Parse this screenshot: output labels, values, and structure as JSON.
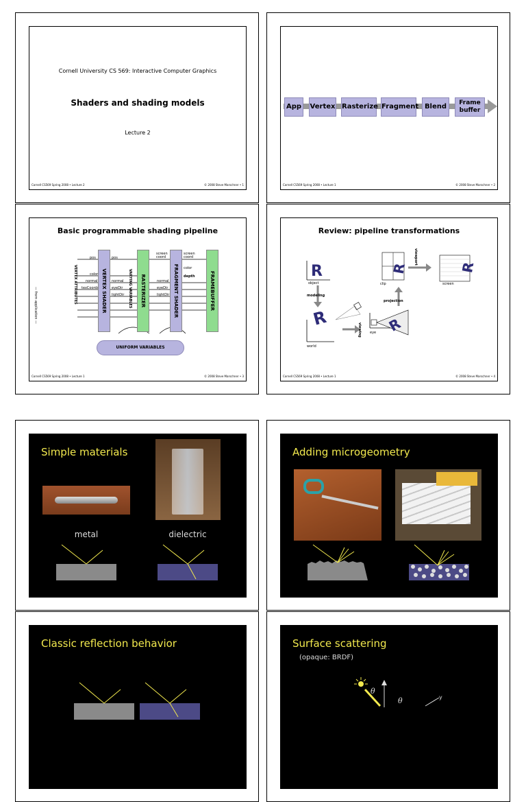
{
  "slides": {
    "s1": {
      "course": "Cornell University CS 569: Interactive Computer Graphics",
      "title": "Shaders and shading models",
      "lecture": "Lecture 2",
      "footer_left": "Cornell CS569 Spring 2008 • Lecture 2",
      "footer_right": "© 2008 Steve Marschner • 1"
    },
    "s2": {
      "stages": [
        "App",
        "Vertex",
        "Rasterize",
        "Fragment",
        "Blend",
        "Frame buffer"
      ],
      "footer_left": "Cornell CS569 Spring 2008 • Lecture 1",
      "footer_right": "© 2008 Steve Marschner • 2"
    },
    "s3": {
      "title": "Basic programmable shading pipeline",
      "from_app": "— from application —",
      "vertex_attributes": "VERTEX ATTRIBUTES",
      "vertex_shader": "VERTEX SHADER",
      "varying_variables": "VARYING VARIABLES",
      "rasterizer": "RASTERIZER",
      "fragment_shader": "FRAGMENT SHADER",
      "framebuffer": "FRAMEBUFFER",
      "uniform": "UNIFORM VARIABLES",
      "labels": {
        "pos": "pos",
        "color": "color",
        "normal": "normal",
        "texcoords": "texCoords",
        "eyedir": "eyeDir",
        "lightdir": "lightDir",
        "screen_coord": "screen coord",
        "depth": "depth"
      },
      "footer_left": "Cornell CS569 Spring 2008 • Lecture 1",
      "footer_right": "© 2008 Steve Marschner • 3"
    },
    "s4": {
      "title": "Review: pipeline transformations",
      "labels": {
        "object": "object",
        "modeling": "modeling",
        "world": "world",
        "viewing": "viewing",
        "eye": "eye",
        "projection": "projection",
        "clip": "clip",
        "viewport": "viewport",
        "screen": "screen"
      },
      "footer_left": "Cornell CS569 Spring 2008 • Lecture 1",
      "footer_right": "© 2008 Steve Marschner • 4"
    },
    "s5": {
      "title": "Simple materials",
      "metal": "metal",
      "dielectric": "dielectric"
    },
    "s6": {
      "title": "Adding microgeometry"
    },
    "s7": {
      "title": "Classic reflection behavior"
    },
    "s8": {
      "title": "Surface scattering",
      "subtitle": "(opaque: BRDF)"
    }
  },
  "colors": {
    "stage_fill": "#b7b4df",
    "raster_green": "#8fdc8f",
    "slide_yellow": "#f2e94e",
    "metal_gray": "#8a8a8a",
    "dielectric_blue": "#4c4a86"
  }
}
